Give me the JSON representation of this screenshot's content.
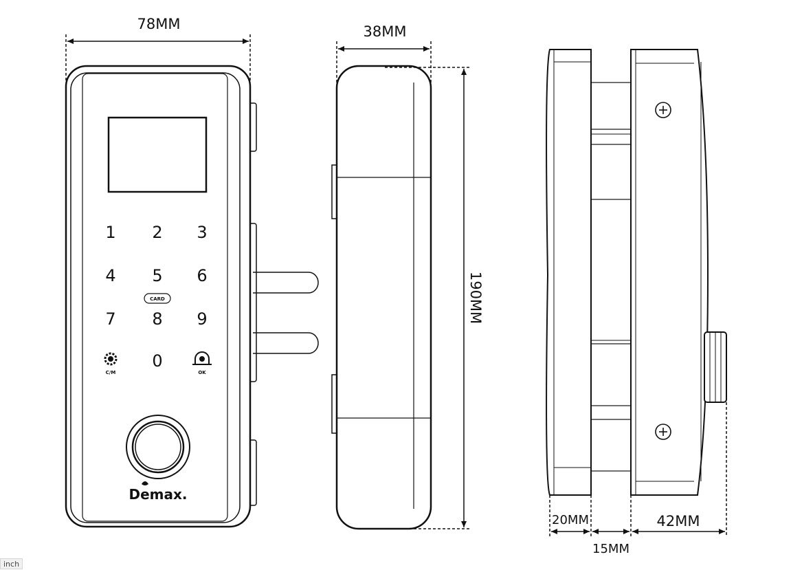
{
  "dimensions": {
    "width": "78MM",
    "thickness": "38MM",
    "height": "190MM",
    "front_part": "20MM",
    "gap": "15MM",
    "back_part": "42MM"
  },
  "keypad": {
    "keys": [
      "1",
      "2",
      "3",
      "4",
      "5",
      "6",
      "7",
      "8",
      "9",
      "0"
    ],
    "card_label": "CARD",
    "settings_label": "C/M",
    "ok_label": "OK"
  },
  "brand": "Demax.",
  "unit_tag": "inch"
}
